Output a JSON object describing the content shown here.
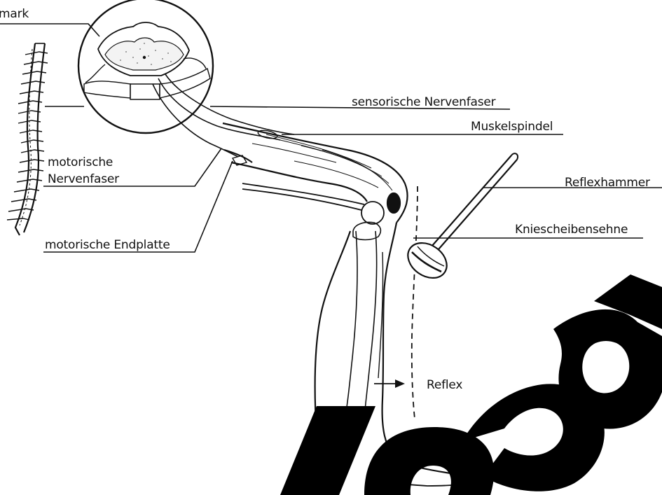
{
  "labels": {
    "rueckenmark": "mark",
    "sensorische_nervenfaser": "sensorische Nervenfaser",
    "muskelspindel": "Muskelspindel",
    "reflexhammer": "Reflexhammer",
    "kniescheibensehne": "Kniescheibensehne",
    "motorische_nervenfaser_line1": "motorische",
    "motorische_nervenfaser_line2": "Nervenfaser",
    "motorische_endplatte": "motorische Endplatte",
    "reflex": "Reflex"
  },
  "watermark": "load",
  "colors": {
    "ink": "#111111",
    "watermark": "#000000",
    "background": "#ffffff"
  }
}
